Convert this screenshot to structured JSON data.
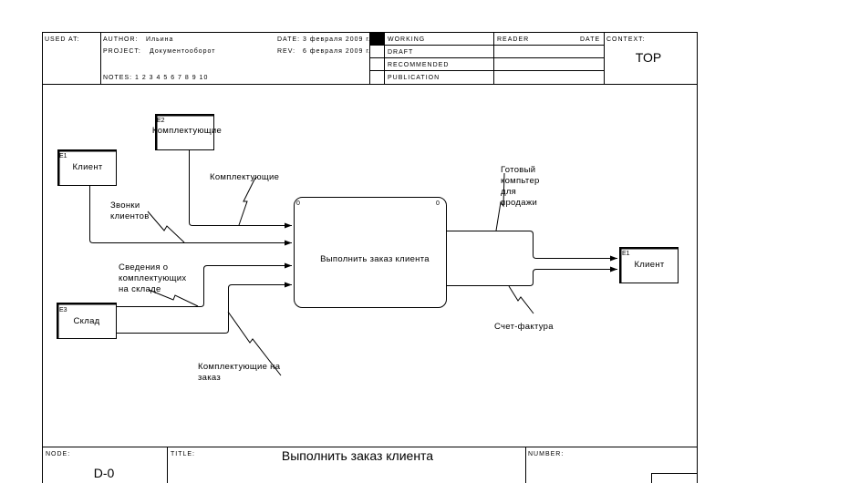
{
  "header": {
    "used_at": "USED AT:",
    "author_label": "AUTHOR:",
    "author": "Ильина",
    "project_label": "PROJECT:",
    "project": "Документооборот",
    "date_label": "DATE:",
    "date": "3 февраля 2009 г.",
    "rev_label": "REV:",
    "rev": "6 февраля 2009 г.",
    "notes": "NOTES:  1  2  3  4  5  6  7  8  9  10",
    "status": [
      "WORKING",
      "DRAFT",
      "RECOMMENDED",
      "PUBLICATION"
    ],
    "reader_label": "READER",
    "date2_label": "DATE",
    "context_label": "CONTEXT:",
    "context_value": "TOP"
  },
  "diagram": {
    "external_entities": [
      {
        "tag": "E2",
        "label": "Комплектующие"
      },
      {
        "tag": "E1",
        "label": "Клиент"
      },
      {
        "tag": "E3",
        "label": "Склад"
      },
      {
        "tag": "E1",
        "label": "Клиент"
      }
    ],
    "process": {
      "id": "0",
      "ref": "0",
      "label": "Выполнить заказ клиента"
    },
    "flows": {
      "components": "Комплектующие",
      "calls_1": "Звонки",
      "calls_2": "клиентов",
      "stock_1": "Сведения о",
      "stock_2": "комплектующих",
      "stock_3": "на складе",
      "order_1": "Комплектующие на",
      "order_2": "заказ",
      "ready_1": "Готовый",
      "ready_2": "компьтер",
      "ready_3": "для",
      "ready_4": "продажи",
      "invoice": "Счет-фактура"
    }
  },
  "footer": {
    "node_label": "NODE:",
    "node_value": "D-0",
    "title_label": "TITLE:",
    "title_value": "Выполнить заказ клиента",
    "number_label": "NUMBER:"
  }
}
